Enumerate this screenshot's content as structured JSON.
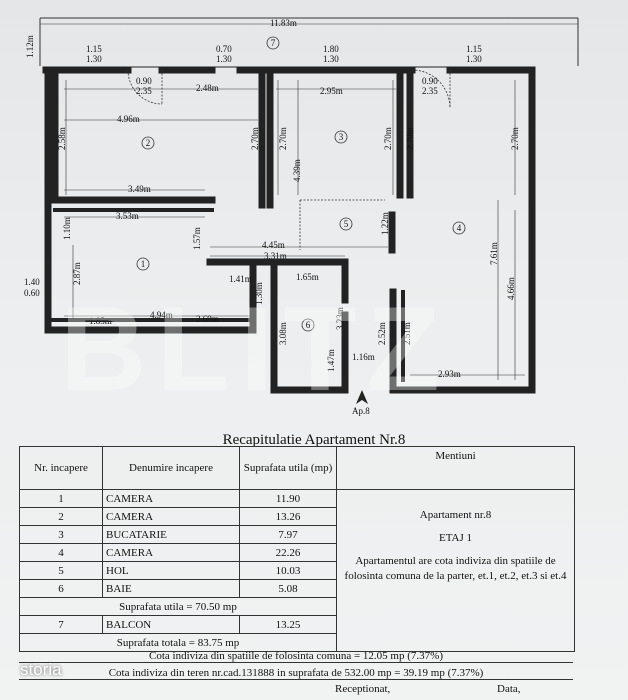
{
  "plan": {
    "dims": {
      "overall": "11.83m",
      "left_height": "1.12m",
      "w1": "1.15",
      "h1": "1.30",
      "w2": "0.70",
      "h2": "1.30",
      "w3": "1.80",
      "h3": "1.30",
      "w4": "1.15",
      "h4": "1.30",
      "door1a": "0.90",
      "door1b": "2.35",
      "door2a": "0.90",
      "door2b": "2.35",
      "d248": "2.48m",
      "d295": "2.95m",
      "d496": "4.96m",
      "d258": "2.58m",
      "d270a": "2.70m",
      "d270b": "2.70m",
      "d270c": "2.70m",
      "d270d": "2.70m",
      "d270e": "2.70m",
      "d270f": "2.70m",
      "d439": "4.39m",
      "d349": "3.49m",
      "d353": "3.53m",
      "d110": "1.10m",
      "d157": "1.57m",
      "d445": "4.45m",
      "d331": "3.31m",
      "d122": "1.22m",
      "d761": "7.61m",
      "d466": "4.66m",
      "d287": "2.87m",
      "d141": "1.41m",
      "d165": "1.65m",
      "d130": "1.30m",
      "d185": "1.85m",
      "d494": "4.94m",
      "d269": "2.69m",
      "d308": "3.08m",
      "d323": "3.23m",
      "d147": "1.47m",
      "d116": "1.16m",
      "d252": "2.52m",
      "d251": "2.51m",
      "d293": "2.93m",
      "side_a": "1.40",
      "side_b": "0.60",
      "ap": "Ap.8"
    },
    "rooms": [
      "1",
      "2",
      "3",
      "4",
      "5",
      "6",
      "7"
    ],
    "watermark": "BLITZ"
  },
  "recap": {
    "title": "Recapitulatie Apartament Nr.8",
    "headers": {
      "nr": "Nr. incapere",
      "name": "Denumire incapere",
      "area": "Suprafata utila (mp)",
      "notes": "Mentiuni"
    },
    "rows": [
      {
        "nr": "1",
        "name": "CAMERA",
        "area": "11.90"
      },
      {
        "nr": "2",
        "name": "CAMERA",
        "area": "13.26"
      },
      {
        "nr": "3",
        "name": "BUCATARIE",
        "area": "7.97"
      },
      {
        "nr": "4",
        "name": "CAMERA",
        "area": "22.26"
      },
      {
        "nr": "5",
        "name": "HOL",
        "area": "10.03"
      },
      {
        "nr": "6",
        "name": "BAIE",
        "area": "5.08"
      }
    ],
    "utila": "Suprafata utila = 70.50 mp",
    "balcon": {
      "nr": "7",
      "name": "BALCON",
      "area": "13.25"
    },
    "totala": "Suprafata totala = 83.75 mp",
    "notes": {
      "line1": "Apartament nr.8",
      "line2": "ETAJ 1",
      "line3": "Apartamentul are cota indiviza din spatiile de folosinta comuna de la parter, et.1, et.2, et.3 si et.4"
    },
    "cota1": "Cota indiviza din spatiile de folosinta comuna = 12.05 mp (7.37%)",
    "cota2": "Cota indiviza din teren nr.cad.131888 in suprafata de 532.00 mp = 39.19 mp (7.37%)",
    "receptionat": "Receptionat,",
    "data": "Data,"
  },
  "brand": "storia"
}
